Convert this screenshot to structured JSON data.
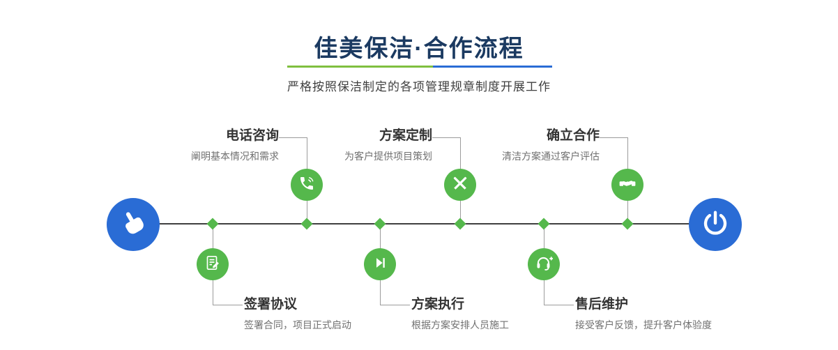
{
  "header": {
    "title": "佳美保洁·合作流程",
    "subtitle": "严格按照保洁制定的各项管理规章制度开展工作"
  },
  "colors": {
    "accent_green": "#55b84c",
    "accent_blue": "#2a6cd5",
    "title_navy": "#1b3a61",
    "divider_green": "#7fbf3f",
    "timeline_line": "#3f3f3f",
    "connector_gray": "#9b9b9b"
  },
  "timeline": {
    "start_icon": "hand-pointer-icon",
    "end_icon": "power-icon"
  },
  "steps_top": [
    {
      "label": "电话咨询",
      "desc": "阐明基本情况和需求",
      "icon": "phone-icon"
    },
    {
      "label": "方案定制",
      "desc": "为客户提供项目策划",
      "icon": "pencil-ruler-icon"
    },
    {
      "label": "确立合作",
      "desc": "清洁方案通过客户评估",
      "icon": "handshake-icon"
    }
  ],
  "steps_bottom": [
    {
      "label": "签署协议",
      "desc": "签署合同，项目正式启动",
      "icon": "contract-icon"
    },
    {
      "label": "方案执行",
      "desc": "根据方案安排人员施工",
      "icon": "play-next-icon"
    },
    {
      "label": "售后维护",
      "desc": "接受客户反馈，提升客户体验度",
      "icon": "headset-plus-icon"
    }
  ]
}
